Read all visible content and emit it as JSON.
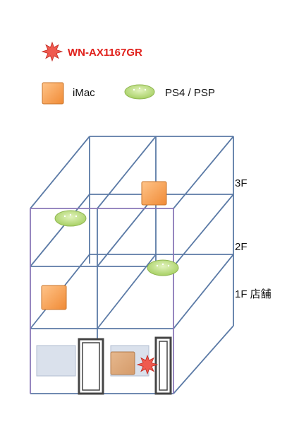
{
  "legend": {
    "router_label": "WN-AX1167GR",
    "imac_label": "iMac",
    "console_label": "PS4 / PSP"
  },
  "floors": {
    "third": "3F",
    "second": "2F",
    "first": "1F 店舗"
  },
  "colors": {
    "router": "#e8453c",
    "router_text": "#e0201b",
    "imac_fill": "#f5a35a",
    "imac_stroke": "#c8742b",
    "console_fill": "#b9dd78",
    "console_stroke": "#8fb650",
    "frame_blue": "#5b7aa6",
    "frame_purple": "#8a78b8",
    "door": "#444444"
  },
  "icons": {
    "router": "starburst-icon",
    "imac": "orange-square-icon",
    "console": "green-ellipse-icon"
  }
}
